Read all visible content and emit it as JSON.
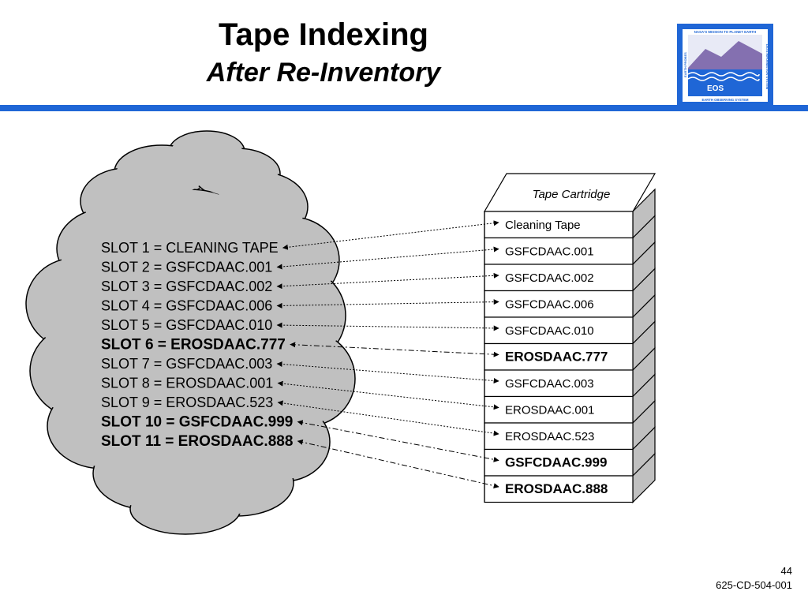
{
  "header": {
    "title": "Tape Indexing",
    "subtitle": "After Re-Inventory",
    "logo": {
      "icon": "eos-logo-icon",
      "top_text": "NASA'S MISSION TO PLANET EARTH",
      "name": "EOS",
      "bottom_text": "EARTH OBSERVING SYSTEM",
      "left_text": "EARTH PROBES",
      "right_text": "DATA INFORMATION SYSTEM",
      "colors": {
        "border": "#1f66d6",
        "sky": "#e8eaf6",
        "mountain": "#8470b0",
        "water": "#1f66d6"
      }
    }
  },
  "colors": {
    "rule": "#1f66d6",
    "cloud_fill": "#c0c0c0",
    "cloud_stroke": "#000000",
    "cartridge_side": "#c0c0c0"
  },
  "cloud": {
    "slots": [
      {
        "text": "SLOT 1 = CLEANING TAPE",
        "bold": false,
        "link": "dotted"
      },
      {
        "text": "SLOT 2 = GSFCDAAC.001",
        "bold": false,
        "link": "dotted"
      },
      {
        "text": "SLOT 3 = GSFCDAAC.002",
        "bold": false,
        "link": "dotted"
      },
      {
        "text": "SLOT 4 = GSFCDAAC.006",
        "bold": false,
        "link": "dotted"
      },
      {
        "text": "SLOT 5 = GSFCDAAC.010",
        "bold": false,
        "link": "dotted"
      },
      {
        "text": "SLOT 6 = EROSDAAC.777",
        "bold": true,
        "link": "dashdot"
      },
      {
        "text": "SLOT 7 = GSFCDAAC.003",
        "bold": false,
        "link": "dotted"
      },
      {
        "text": "SLOT 8 = EROSDAAC.001",
        "bold": false,
        "link": "dotted"
      },
      {
        "text": "SLOT 9 = EROSDAAC.523",
        "bold": false,
        "link": "dotted"
      },
      {
        "text": "SLOT 10 = GSFCDAAC.999",
        "bold": true,
        "link": "dashdot"
      },
      {
        "text": "SLOT 11 = EROSDAAC.888",
        "bold": true,
        "link": "dashdot"
      }
    ]
  },
  "cartridge": {
    "label": "Tape Cartridge",
    "cells": [
      {
        "text": "Cleaning Tape",
        "bold": false
      },
      {
        "text": "GSFCDAAC.001",
        "bold": false
      },
      {
        "text": "GSFCDAAC.002",
        "bold": false
      },
      {
        "text": "GSFCDAAC.006",
        "bold": false
      },
      {
        "text": "GSFCDAAC.010",
        "bold": false
      },
      {
        "text": "EROSDAAC.777",
        "bold": true
      },
      {
        "text": "GSFCDAAC.003",
        "bold": false
      },
      {
        "text": "EROSDAAC.001",
        "bold": false
      },
      {
        "text": "EROSDAAC.523",
        "bold": false
      },
      {
        "text": "GSFCDAAC.999",
        "bold": true
      },
      {
        "text": "EROSDAAC.888",
        "bold": true
      }
    ]
  },
  "footer": {
    "page_number": "44",
    "doc_number": "625-CD-504-001"
  }
}
